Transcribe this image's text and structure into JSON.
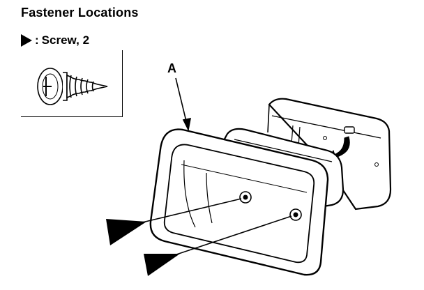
{
  "title": "Fastener Locations",
  "legend": {
    "separator": ":",
    "text": "Screw, 2",
    "marker_icon": "triangle-right-icon"
  },
  "callout_label": "A",
  "colors": {
    "line": "#000000",
    "background": "#ffffff"
  }
}
